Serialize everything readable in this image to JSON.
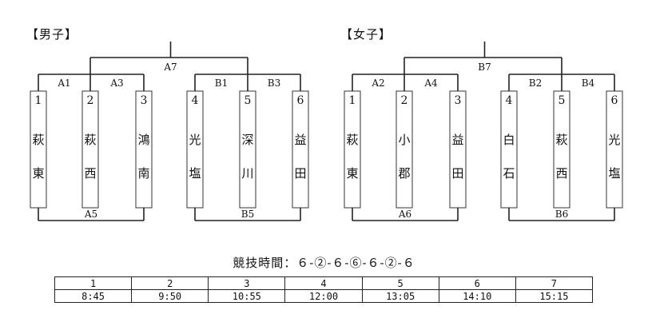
{
  "sections": [
    {
      "title": "【男子】",
      "final": "A7",
      "top_pairs": [
        "A1",
        "A3",
        "B1",
        "B3"
      ],
      "bottom_pairs": [
        "A5",
        "B5"
      ],
      "teams": [
        {
          "num": "1",
          "c1": "萩",
          "c2": "東"
        },
        {
          "num": "2",
          "c1": "萩",
          "c2": "西"
        },
        {
          "num": "3",
          "c1": "鴻",
          "c2": "南"
        },
        {
          "num": "4",
          "c1": "光",
          "c2": "塩"
        },
        {
          "num": "5",
          "c1": "深",
          "c2": "川"
        },
        {
          "num": "6",
          "c1": "益",
          "c2": "田"
        }
      ]
    },
    {
      "title": "【女子】",
      "final": "B7",
      "top_pairs": [
        "A2",
        "A4",
        "B2",
        "B4"
      ],
      "bottom_pairs": [
        "A6",
        "B6"
      ],
      "teams": [
        {
          "num": "1",
          "c1": "萩",
          "c2": "東"
        },
        {
          "num": "2",
          "c1": "小",
          "c2": "郡"
        },
        {
          "num": "3",
          "c1": "益",
          "c2": "田"
        },
        {
          "num": "4",
          "c1": "白",
          "c2": "石"
        },
        {
          "num": "5",
          "c1": "萩",
          "c2": "西"
        },
        {
          "num": "6",
          "c1": "光",
          "c2": "塩"
        }
      ]
    }
  ],
  "timing_label": "競技時間：６-②-６-⑥-６-②-６",
  "schedule": {
    "numbers": [
      "1",
      "2",
      "3",
      "4",
      "5",
      "6",
      "7"
    ],
    "times": [
      "8:45",
      "9:50",
      "10:55",
      "12:00",
      "13:05",
      "14:10",
      "15:15"
    ]
  }
}
